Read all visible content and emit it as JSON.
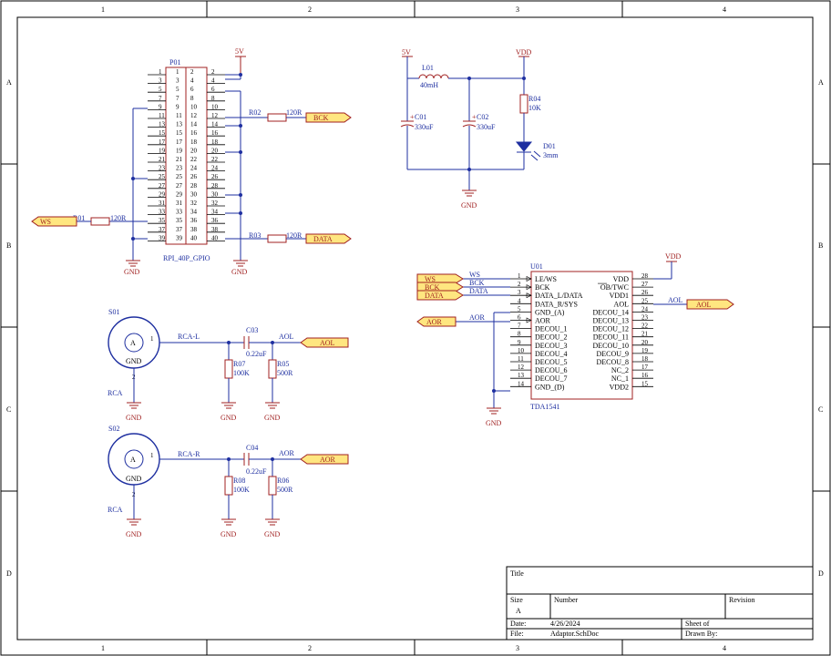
{
  "frame": {
    "columns": [
      "1",
      "2",
      "3",
      "4"
    ],
    "rows": [
      "A",
      "B",
      "C",
      "D"
    ]
  },
  "title_block": {
    "title_label": "Title",
    "size_label": "Size",
    "size_value": "A",
    "number_label": "Number",
    "revision_label": "Revision",
    "date_label": "Date:",
    "date_value": "4/26/2024",
    "sheet_label": "Sheet   of",
    "file_label": "File:",
    "file_value": "Adaptor.SchDoc",
    "drawn_label": "Drawn By:"
  },
  "header": {
    "ref": "P01",
    "name": "RPI_40P_GPIO",
    "pins_left": [
      "1",
      "3",
      "5",
      "7",
      "9",
      "11",
      "13",
      "15",
      "17",
      "19",
      "21",
      "23",
      "25",
      "27",
      "29",
      "31",
      "33",
      "35",
      "37",
      "39"
    ],
    "pins_right": [
      "2",
      "4",
      "6",
      "8",
      "10",
      "12",
      "14",
      "16",
      "18",
      "20",
      "22",
      "24",
      "26",
      "28",
      "30",
      "32",
      "34",
      "36",
      "38",
      "40"
    ]
  },
  "labels": {
    "v5": "5V",
    "vdd": "VDD",
    "gnd": "GND",
    "r01": "R01",
    "r01v": "120R",
    "r02": "R02",
    "r02v": "120R",
    "r03": "R03",
    "r03v": "120R",
    "l01": "L01",
    "l01v": "40mH",
    "c01": "C01",
    "c01v": "330uF",
    "c02": "C02",
    "c02v": "330uF",
    "r04": "R04",
    "r04v": "10K",
    "d01": "D01",
    "d01v": "3mm",
    "s01": "S01",
    "s02": "S02",
    "rca": "RCA",
    "a": "A",
    "rcal": "RCA-L",
    "rcar": "RCA-R",
    "c03": "C03",
    "c03v": "0.22uF",
    "c04": "C04",
    "c04v": "0.22uF",
    "r07": "R07",
    "r07v": "100K",
    "r05": "R05",
    "r05v": "500R",
    "r08": "R08",
    "r08v": "100K",
    "r06": "R06",
    "r06v": "500R",
    "aol": "AOL",
    "aor": "AOR",
    "pin1": "1",
    "pin2": "2"
  },
  "ports": {
    "ws": "WS",
    "bck": "BCK",
    "data": "DATA",
    "aol": "AOL",
    "aor": "AOR"
  },
  "ic": {
    "ref": "U01",
    "name": "TDA1541",
    "left_pins": [
      {
        "num": "1",
        "name": "LE/WS",
        "net": "WS"
      },
      {
        "num": "2",
        "name": "BCK",
        "net": "BCK"
      },
      {
        "num": "3",
        "name": "DATA_L/DATA",
        "net": "DATA"
      },
      {
        "num": "4",
        "name": "DATA_R/SYS",
        "net": ""
      },
      {
        "num": "5",
        "name": "GND_(A)",
        "net": ""
      },
      {
        "num": "6",
        "name": "AOR",
        "net": "AOR"
      },
      {
        "num": "7",
        "name": "DECOU_1",
        "net": ""
      },
      {
        "num": "8",
        "name": "DECOU_2",
        "net": ""
      },
      {
        "num": "9",
        "name": "DECOU_3",
        "net": ""
      },
      {
        "num": "10",
        "name": "DECOU_4",
        "net": ""
      },
      {
        "num": "11",
        "name": "DECOU_5",
        "net": ""
      },
      {
        "num": "12",
        "name": "DECOU_6",
        "net": ""
      },
      {
        "num": "13",
        "name": "DECOU_7",
        "net": ""
      },
      {
        "num": "14",
        "name": "GND_(D)",
        "net": ""
      }
    ],
    "right_pins": [
      {
        "num": "28",
        "name": "VDD"
      },
      {
        "num": "27",
        "name": "OB/TWC"
      },
      {
        "num": "26",
        "name": "VDD1"
      },
      {
        "num": "25",
        "name": "AOL"
      },
      {
        "num": "24",
        "name": "DECOU_14"
      },
      {
        "num": "23",
        "name": "DECOU_13"
      },
      {
        "num": "22",
        "name": "DECOU_12"
      },
      {
        "num": "21",
        "name": "DECOU_11"
      },
      {
        "num": "20",
        "name": "DECOU_10"
      },
      {
        "num": "19",
        "name": "DECOU_9"
      },
      {
        "num": "18",
        "name": "DECOU_8"
      },
      {
        "num": "17",
        "name": "NC_2"
      },
      {
        "num": "16",
        "name": "NC_1"
      },
      {
        "num": "15",
        "name": "VDD2"
      }
    ]
  }
}
